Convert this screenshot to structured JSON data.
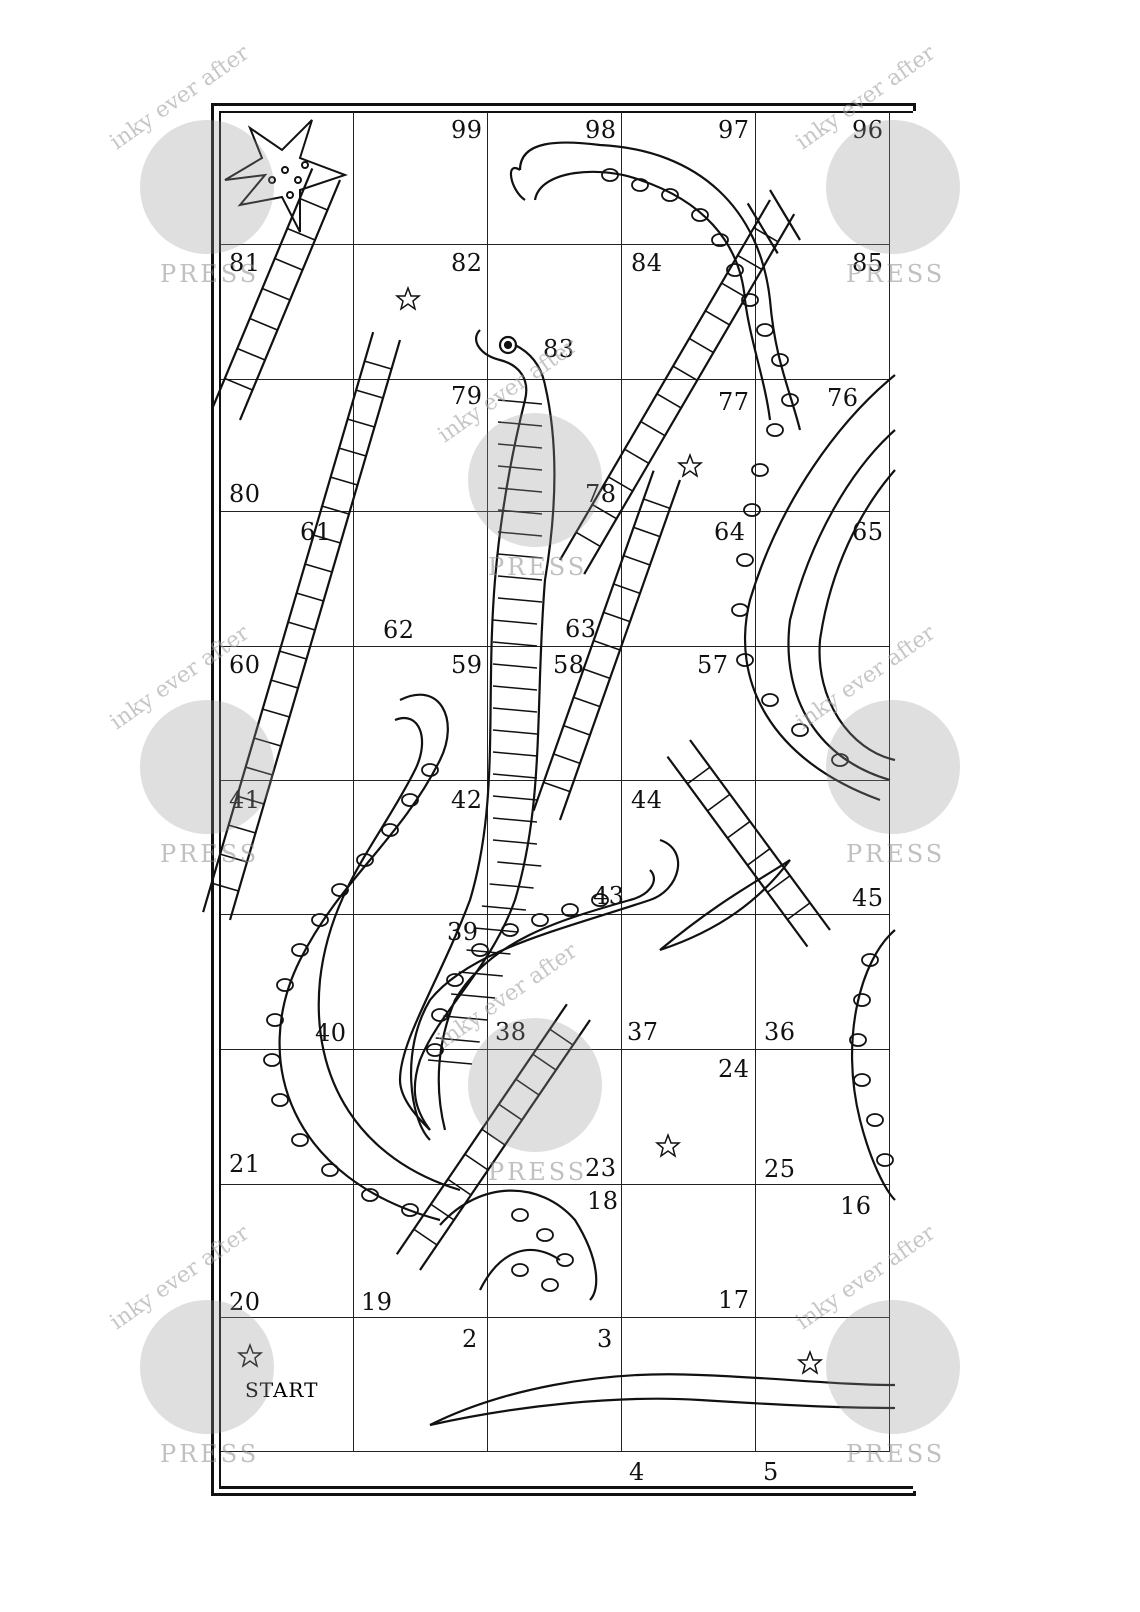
{
  "board": {
    "start_label": "START",
    "numbers": {
      "c99": "99",
      "c98": "98",
      "c97": "97",
      "c96": "96",
      "c81": "81",
      "c82": "82",
      "c84": "84",
      "c85": "85",
      "c83": "83",
      "c79": "79",
      "c77": "77",
      "c76": "76",
      "c80": "80",
      "c78": "78",
      "c61": "61",
      "c64": "64",
      "c65": "65",
      "c62": "62",
      "c63": "63",
      "c60": "60",
      "c59": "59",
      "c58": "58",
      "c57": "57",
      "c41": "41",
      "c42": "42",
      "c44": "44",
      "c43": "43",
      "c45": "45",
      "c39": "39",
      "c40": "40",
      "c38": "38",
      "c37": "37",
      "c36": "36",
      "c24": "24",
      "c21": "21",
      "c23": "23",
      "c25": "25",
      "c18": "18",
      "c16": "16",
      "c20": "20",
      "c19": "19",
      "c17": "17",
      "c2": "2",
      "c3": "3",
      "c4": "4",
      "c5": "5"
    }
  },
  "watermark": {
    "arc_text": "inky ever after",
    "press_text": "PRESS"
  }
}
